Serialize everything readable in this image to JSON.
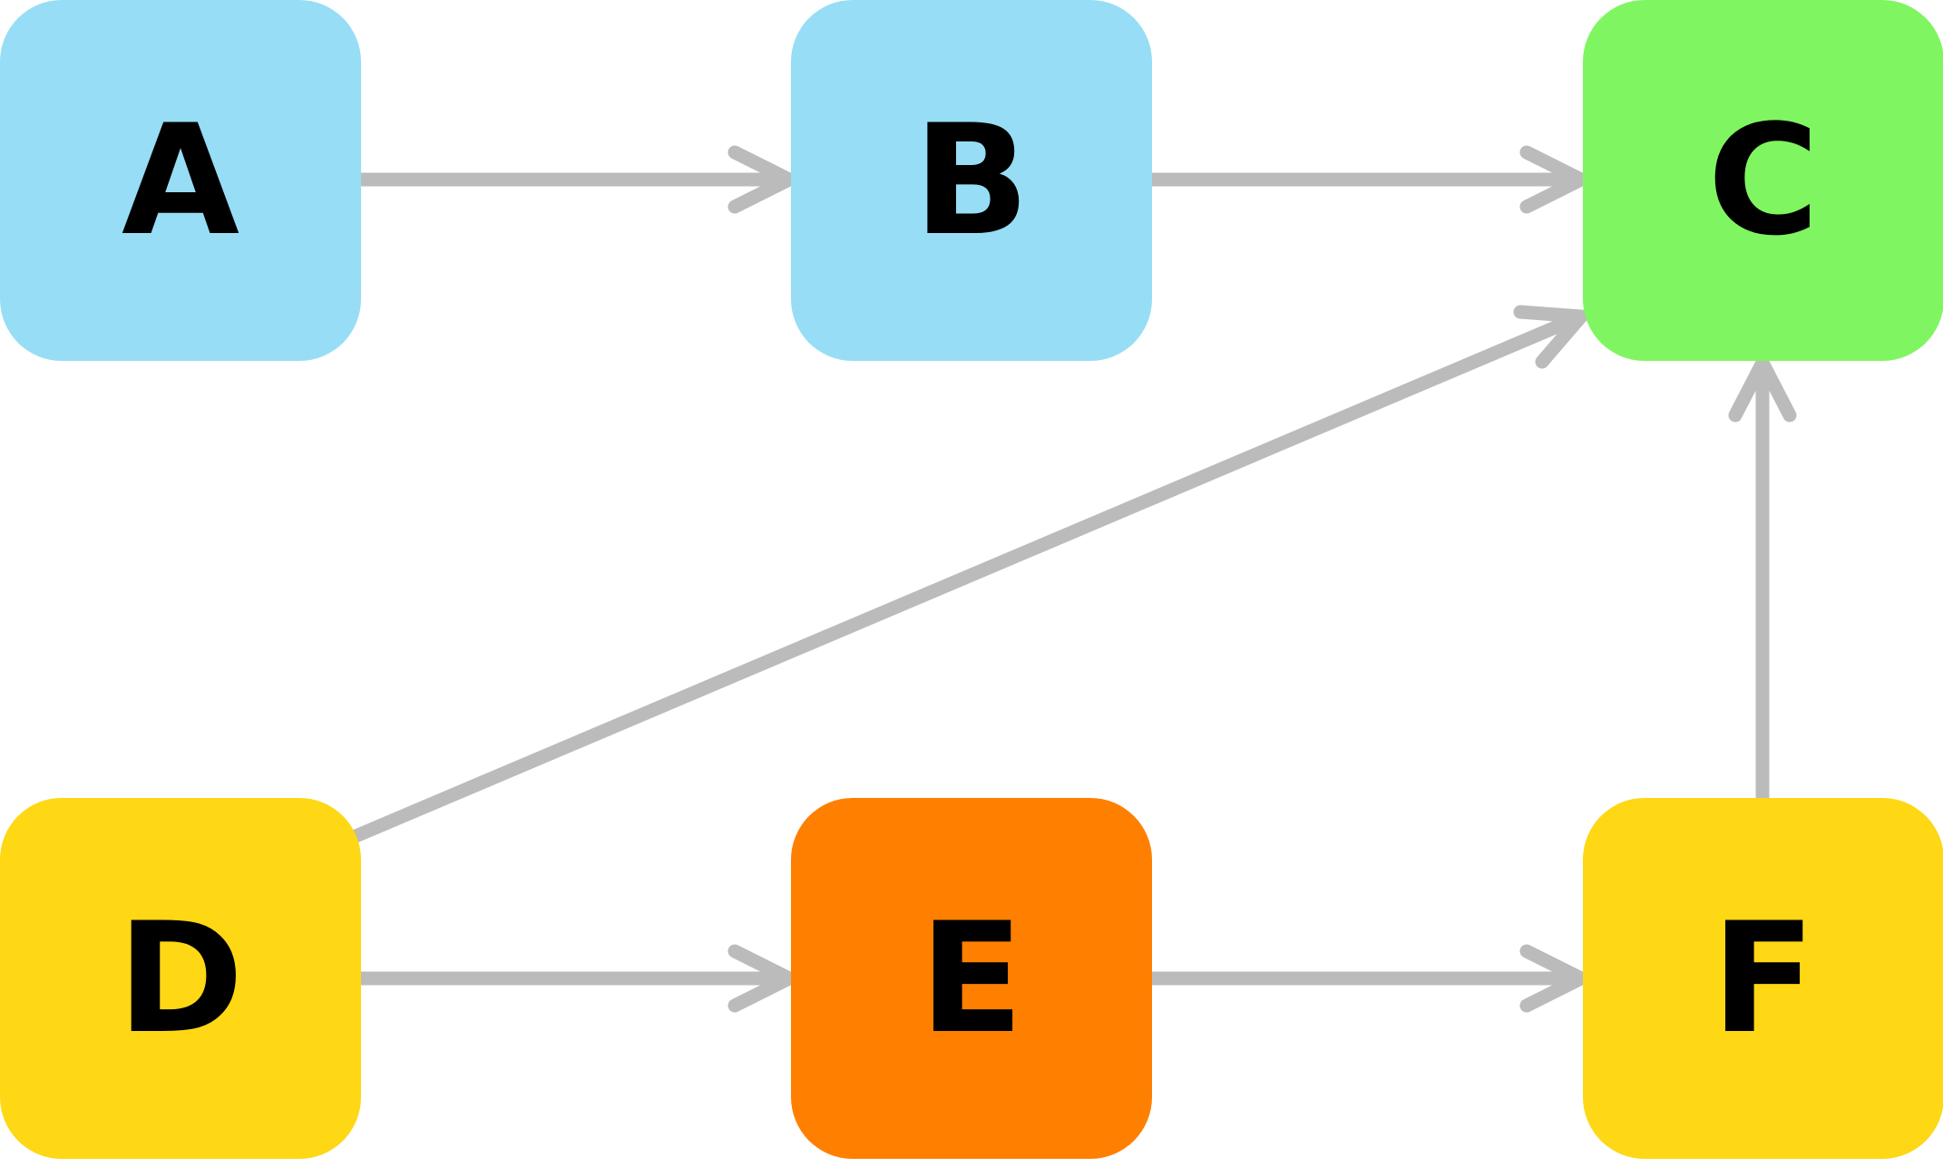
{
  "diagram": {
    "colors": {
      "blue": "#97DDF6",
      "green": "#80F562",
      "yellow": "#FED715",
      "orange": "#FF8000",
      "edge": "#BBBBBB",
      "label": "#000000"
    },
    "nodes": [
      {
        "id": "a",
        "label": "A",
        "color": "#97DDF6"
      },
      {
        "id": "b",
        "label": "B",
        "color": "#97DDF6"
      },
      {
        "id": "c",
        "label": "C",
        "color": "#80F562"
      },
      {
        "id": "d",
        "label": "D",
        "color": "#FED715"
      },
      {
        "id": "e",
        "label": "E",
        "color": "#FF8000"
      },
      {
        "id": "f",
        "label": "F",
        "color": "#FED715"
      }
    ],
    "edges": [
      {
        "from": "A",
        "to": "B"
      },
      {
        "from": "B",
        "to": "C"
      },
      {
        "from": "D",
        "to": "C"
      },
      {
        "from": "F",
        "to": "C"
      },
      {
        "from": "D",
        "to": "E"
      },
      {
        "from": "E",
        "to": "F"
      }
    ]
  }
}
